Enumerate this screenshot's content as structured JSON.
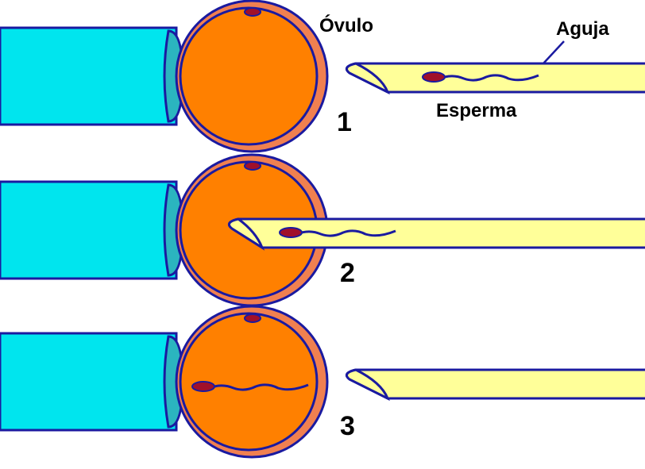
{
  "labels": {
    "ovulo": "Óvulo",
    "aguja": "Aguja",
    "esperma": "Esperma"
  },
  "steps": [
    {
      "number": "1"
    },
    {
      "number": "2"
    },
    {
      "number": "3"
    }
  ],
  "colors": {
    "holding_pipette": "#00E5EE",
    "pipette_rim": "#2BB5BF",
    "egg_cytoplasm": "#FF8000",
    "zona_pellucida": "#F08050",
    "outline": "#1A1AA0",
    "polar_body": "#A0102A",
    "needle": "#FFFF99",
    "sperm_head": "#A0102A"
  }
}
